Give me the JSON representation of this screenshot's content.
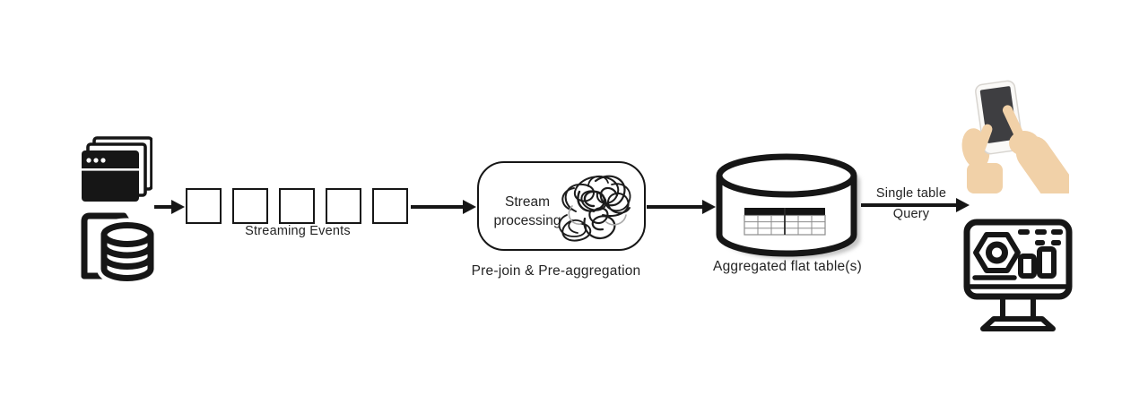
{
  "colors": {
    "ink": "#161616",
    "text": "#242424",
    "background": "#ffffff",
    "skin": "#f1d1a8",
    "phone_screen": "#3e3e41",
    "phone_body": "#faf9f7",
    "cylinder_shadow": "#c4c4c4",
    "table_grid": "#8c8c8c"
  },
  "sources": {
    "apps_icon": "browser-windows-stack",
    "files_icon": "folder-database"
  },
  "queue": {
    "event_count": 5,
    "label": "Streaming Events"
  },
  "processing": {
    "title_line1": "Stream",
    "title_line2": "processing",
    "scribble_icon": "tangled-scribble",
    "caption": "Pre-join & Pre-aggregation"
  },
  "storage": {
    "icon": "database-cylinder-flat-table",
    "caption": "Aggregated flat table(s)"
  },
  "query_arrow": {
    "label_line1": "Single table",
    "label_line2": "Query"
  },
  "consumers": {
    "mobile_icon": "hands-holding-phone",
    "dashboard_icon": "dashboard-monitor"
  }
}
